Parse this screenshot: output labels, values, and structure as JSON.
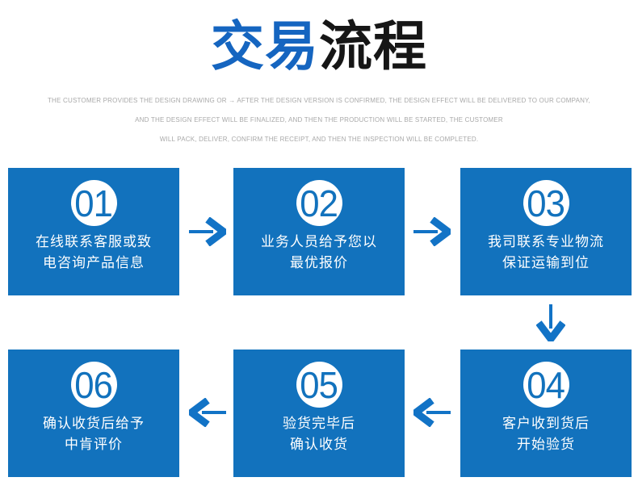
{
  "colors": {
    "page_bg": "#ffffff",
    "title_blue": "#1565c0",
    "title_dark": "#161616",
    "subtitle_gray": "#a9a9a9",
    "box_blue": "#1272bd",
    "arrow_blue": "#1273c6",
    "circle_bg": "#ffffff",
    "circle_number": "#1272bd",
    "step_text": "#ffffff"
  },
  "header": {
    "title_blue_part": "交易",
    "title_dark_part": "流程",
    "subtitle_lines": [
      "THE CUSTOMER PROVIDES THE DESIGN DRAWING OR → AFTER THE DESIGN VERSION IS CONFIRMED, THE DESIGN EFFECT WILL BE DELIVERED TO OUR COMPANY,",
      "AND THE DESIGN EFFECT WILL BE FINALIZED, AND THEN THE PRODUCTION WILL BE STARTED, THE CUSTOMER",
      "WILL PACK, DELIVER, CONFIRM THE RECEIPT, AND THEN THE INSPECTION WILL BE COMPLETED."
    ]
  },
  "flow": {
    "steps": [
      {
        "number": "01",
        "lines": [
          "在线联系客服或致",
          "电咨询产品信息"
        ]
      },
      {
        "number": "02",
        "lines": [
          "业务人员给予您以",
          "最优报价"
        ]
      },
      {
        "number": "03",
        "lines": [
          "我司联系专业物流",
          "保证运输到位"
        ]
      },
      {
        "number": "04",
        "lines": [
          "客户收到货后",
          "开始验货"
        ]
      },
      {
        "number": "05",
        "lines": [
          "验货完毕后",
          "确认收货"
        ]
      },
      {
        "number": "06",
        "lines": [
          "确认收货后给予",
          "中肯评价"
        ]
      }
    ],
    "arrow_directions": [
      "right",
      "right",
      "down",
      "left",
      "left"
    ]
  }
}
